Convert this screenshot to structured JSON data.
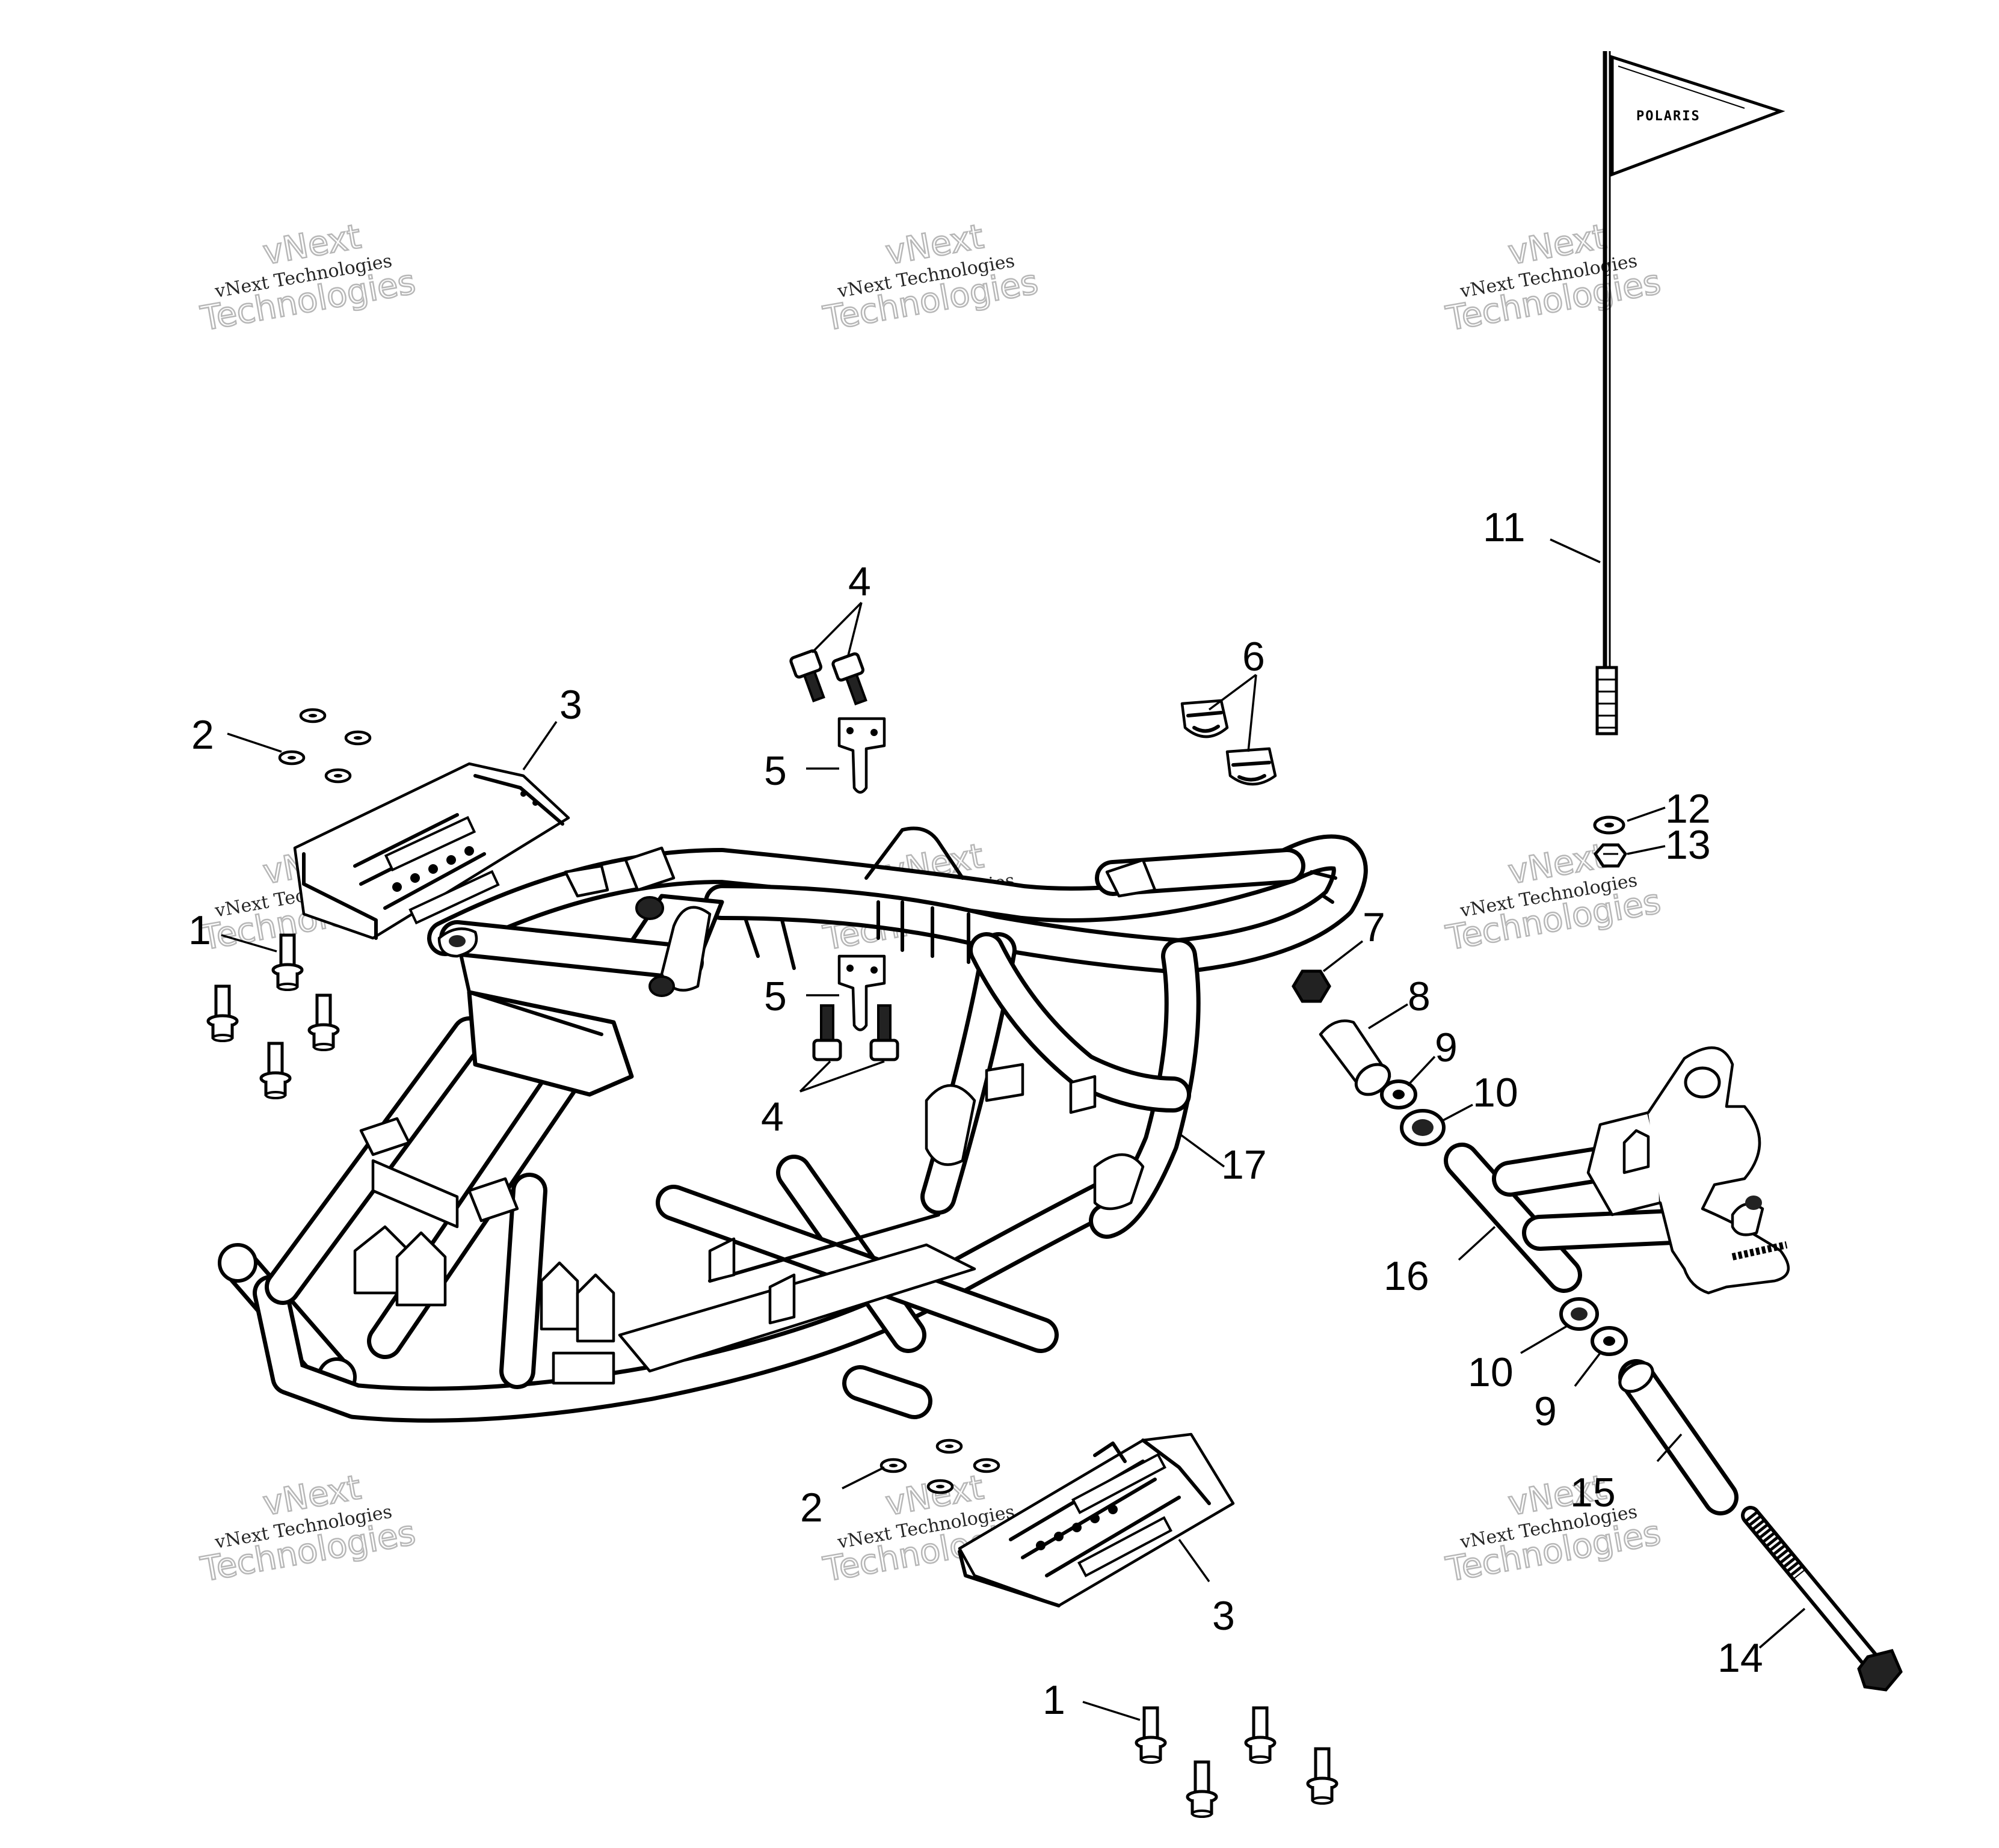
{
  "callouts": [
    {
      "id": "c1a",
      "label": "1"
    },
    {
      "id": "c1b",
      "label": "1"
    },
    {
      "id": "c2a",
      "label": "2"
    },
    {
      "id": "c2b",
      "label": "2"
    },
    {
      "id": "c3a",
      "label": "3"
    },
    {
      "id": "c3b",
      "label": "3"
    },
    {
      "id": "c4a",
      "label": "4"
    },
    {
      "id": "c4b",
      "label": "4"
    },
    {
      "id": "c5a",
      "label": "5"
    },
    {
      "id": "c5b",
      "label": "5"
    },
    {
      "id": "c6",
      "label": "6"
    },
    {
      "id": "c7",
      "label": "7"
    },
    {
      "id": "c8",
      "label": "8"
    },
    {
      "id": "c9a",
      "label": "9"
    },
    {
      "id": "c9b",
      "label": "9"
    },
    {
      "id": "c10a",
      "label": "10"
    },
    {
      "id": "c10b",
      "label": "10"
    },
    {
      "id": "c11",
      "label": "11"
    },
    {
      "id": "c12",
      "label": "12"
    },
    {
      "id": "c13",
      "label": "13"
    },
    {
      "id": "c14",
      "label": "14"
    },
    {
      "id": "c15",
      "label": "15"
    },
    {
      "id": "c16",
      "label": "16"
    },
    {
      "id": "c17",
      "label": "17"
    }
  ],
  "watermark": {
    "line1": "vNext",
    "line2": "vNext Technologies",
    "line3": "Technologies"
  },
  "flag_text": "POLARIS"
}
